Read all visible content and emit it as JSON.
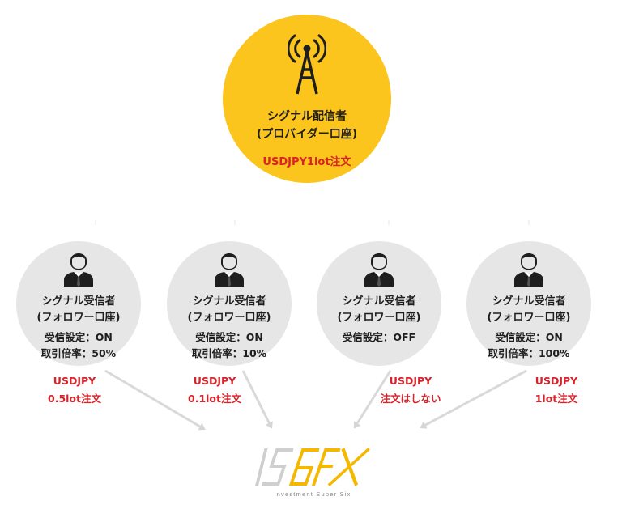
{
  "provider": {
    "title": "シグナル配信者",
    "subtitle": "(プロバイダー口座)",
    "order": "USDJPY1lot注文",
    "icon": "signal-tower-icon",
    "color": "#fcc51d"
  },
  "followers": [
    {
      "title": "シグナル受信者",
      "subtitle": "(フォロワー口座)",
      "setting": "受信設定：ON",
      "ratio": "取引倍率：50%",
      "result_line1": "USDJPY",
      "result_line2": "0.5lot注文"
    },
    {
      "title": "シグナル受信者",
      "subtitle": "(フォロワー口座)",
      "setting": "受信設定：ON",
      "ratio": "取引倍率：10%",
      "result_line1": "USDJPY",
      "result_line2": "0.1lot注文"
    },
    {
      "title": "シグナル受信者",
      "subtitle": "(フォロワー口座)",
      "setting": "受信設定：OFF",
      "ratio": "",
      "result_line1": "USDJPY",
      "result_line2": "注文はしない"
    },
    {
      "title": "シグナル受信者",
      "subtitle": "(フォロワー口座)",
      "setting": "受信設定：ON",
      "ratio": "取引倍率：100%",
      "result_line1": "USDJPY",
      "result_line2": "1lot注文"
    }
  ],
  "logo": {
    "wordmark": "IS6FX",
    "tagline": "Investment Super Six",
    "accent_color": "#f5b800"
  },
  "colors": {
    "follower_circle": "#e6e6e6",
    "order_text": "#d8232a",
    "arrow": "#d9d9d9"
  }
}
